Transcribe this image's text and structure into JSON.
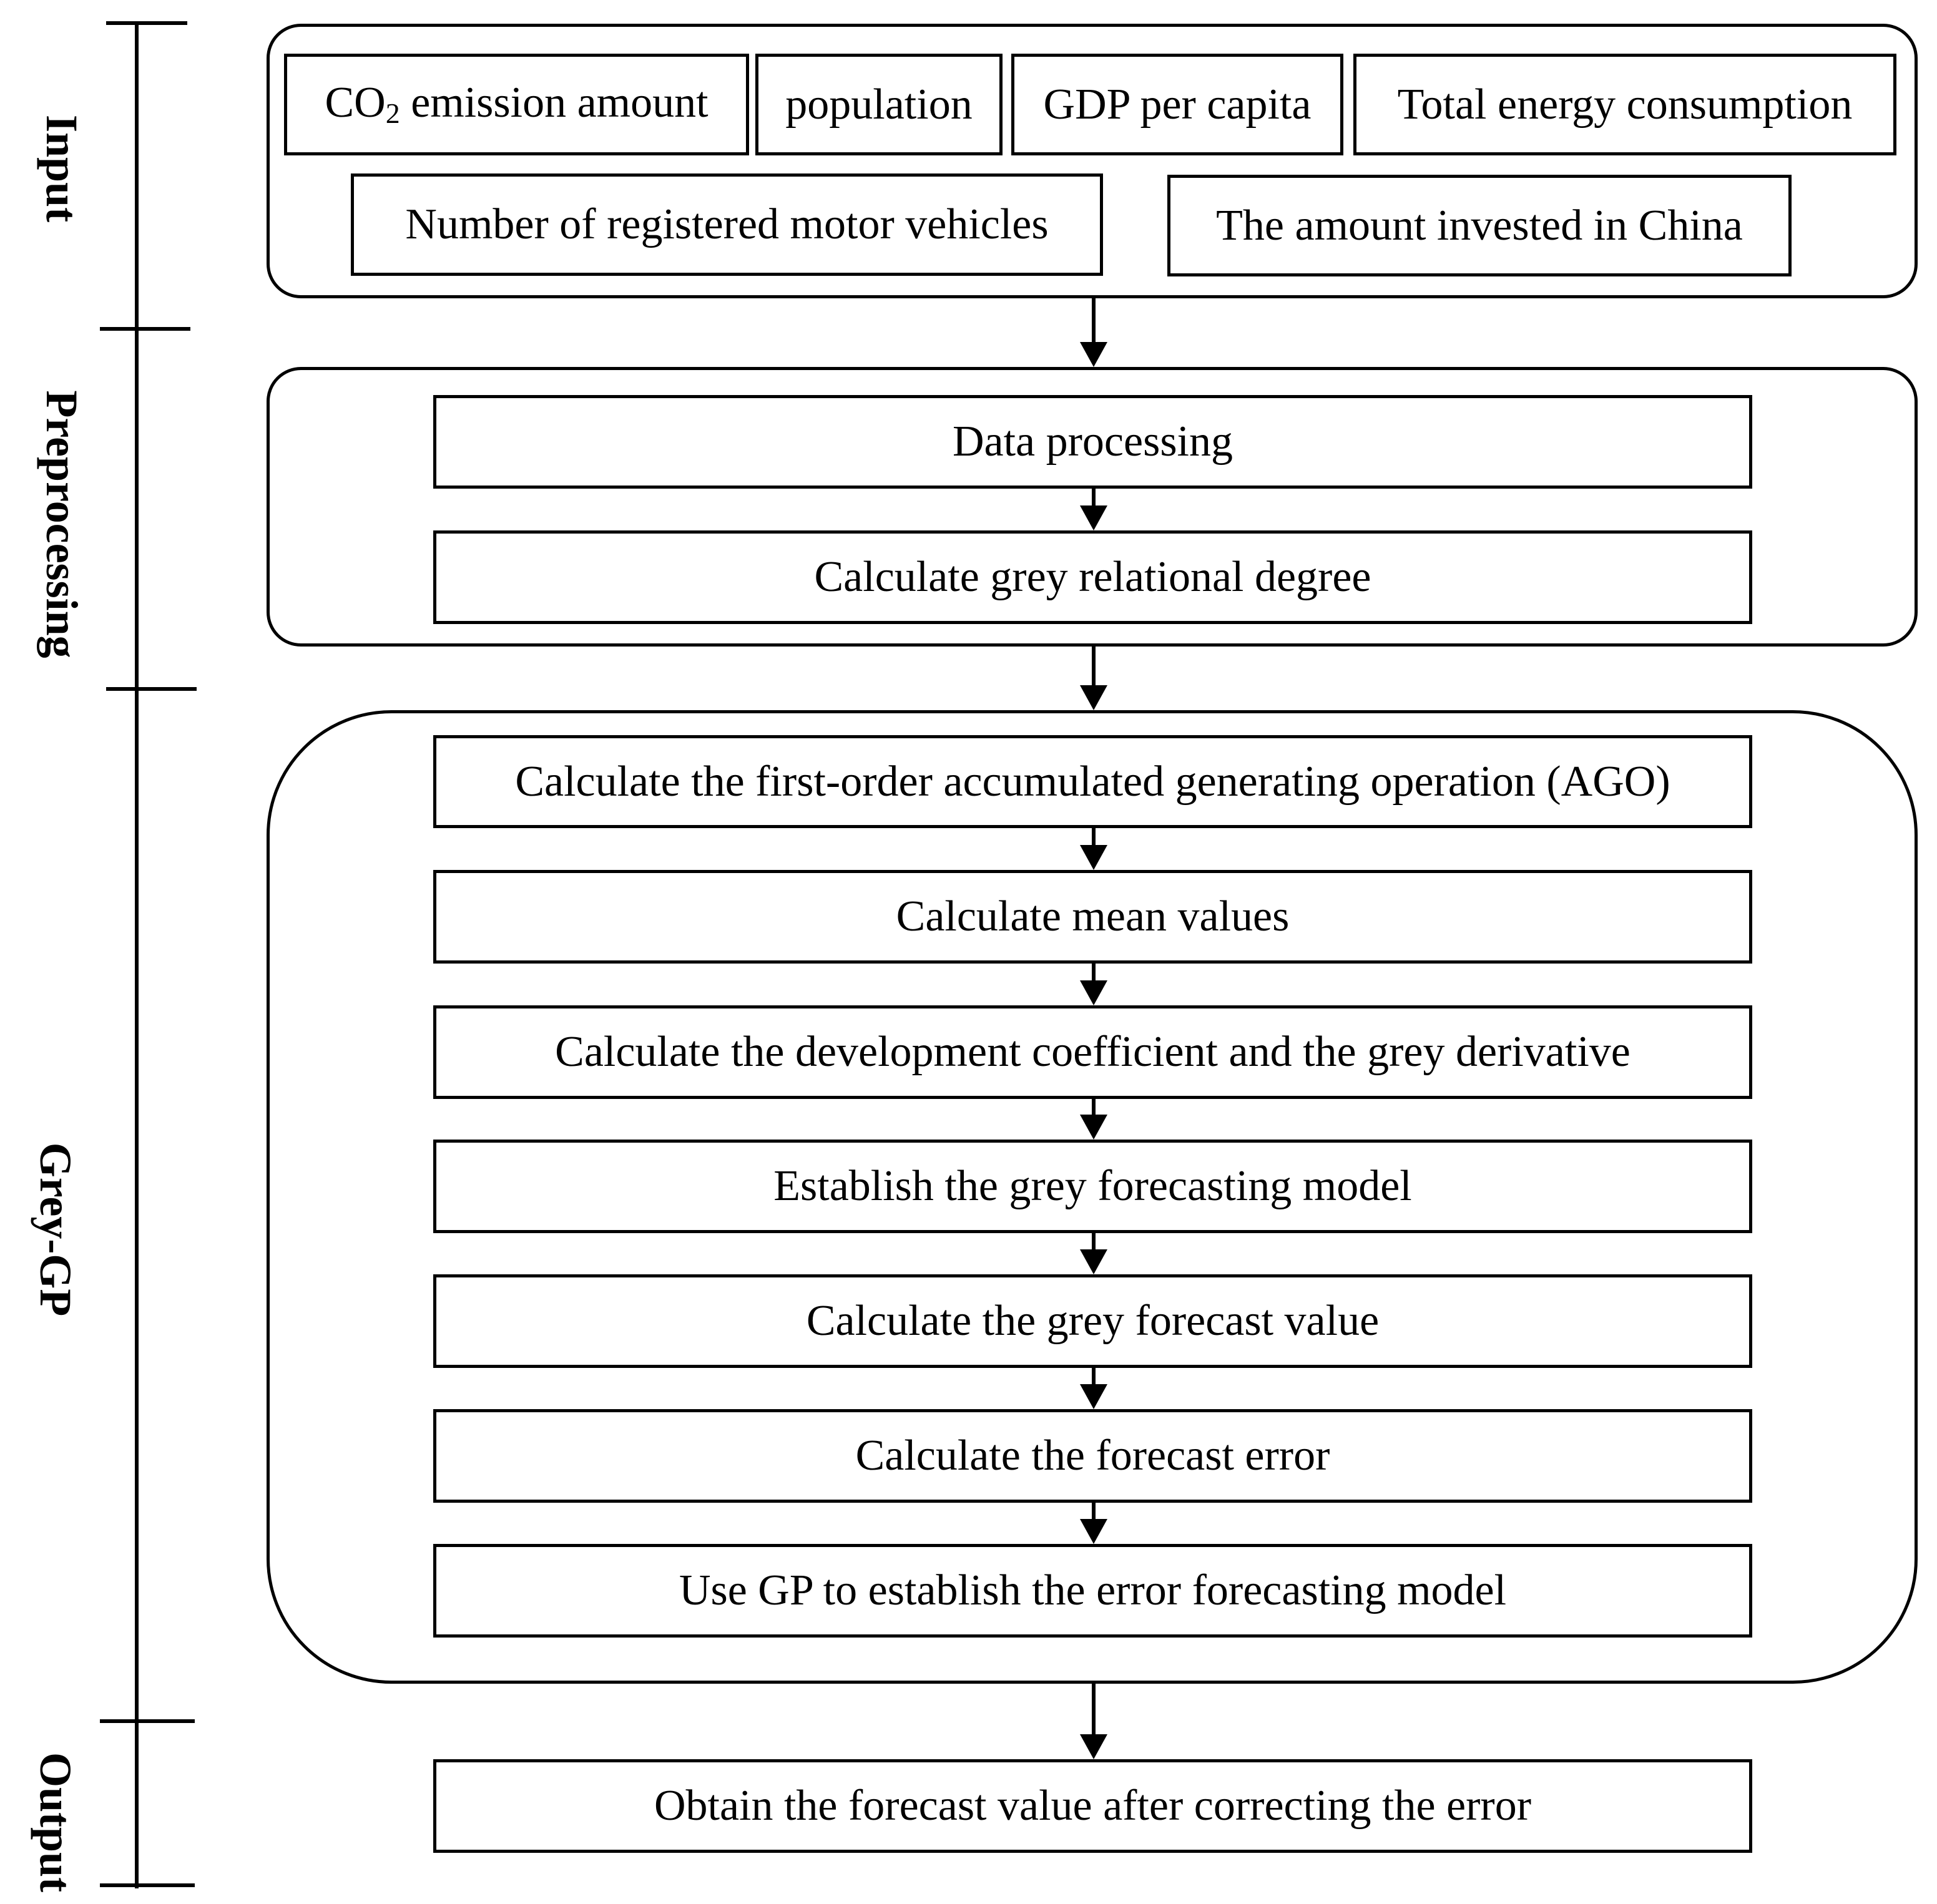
{
  "stages": {
    "input": "Input",
    "preprocessing": "Preprocessing",
    "grey_gp": "Grey-GP",
    "output": "Output"
  },
  "input": {
    "co2_main": "CO",
    "co2_sub": "2",
    "co2_rest": " emission amount",
    "population": "population",
    "gdp": "GDP per capita",
    "energy": "Total energy consumption",
    "vehicles": "Number of registered motor vehicles",
    "investment": "The amount invested in China"
  },
  "preprocessing": {
    "steps": [
      "Data processing",
      "Calculate grey relational degree"
    ]
  },
  "grey_gp": {
    "steps": [
      "Calculate the first-order accumulated generating operation (AGO)",
      "Calculate mean values",
      "Calculate the development coefficient and the grey derivative",
      "Establish the grey forecasting model",
      "Calculate the grey forecast value",
      "Calculate the forecast error",
      "Use GP to establish the error forecasting model"
    ]
  },
  "output": {
    "step": "Obtain the forecast value after correcting the error"
  }
}
